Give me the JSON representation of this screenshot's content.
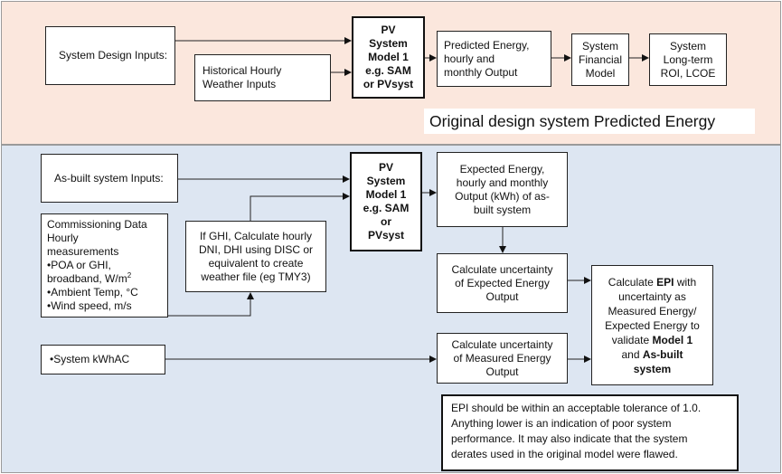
{
  "top": {
    "system_design_inputs": "System Design Inputs:",
    "weather_inputs": [
      "Historical Hourly",
      "Weather Inputs"
    ],
    "pv_model": [
      "PV",
      "System",
      "Model 1",
      "e.g. SAM",
      "or PVsyst"
    ],
    "predicted_energy": [
      "Predicted Energy,",
      "hourly and",
      "monthly Output"
    ],
    "financial_model": [
      "System",
      "Financial",
      "Model"
    ],
    "roi": [
      "System",
      "Long-term",
      "ROI, LCOE"
    ],
    "caption": "Original design system Predicted Energy"
  },
  "bottom": {
    "as_built_inputs": "As-built system Inputs:",
    "commissioning": {
      "lines": [
        "Commissioning Data",
        "Hourly",
        "measurements"
      ],
      "bullets": [
        "•POA or GHI,",
        "broadband, W/m",
        "•Ambient Temp, °C",
        "•Wind speed, m/s"
      ],
      "superscript": "2"
    },
    "ghi_calc": [
      "If GHI, Calculate hourly",
      "DNI, DHI using DISC or",
      "equivalent to create",
      "weather file (eg TMY3)"
    ],
    "pv_model": [
      "PV",
      "System",
      "Model 1",
      "e.g. SAM",
      "or",
      "PVsyst"
    ],
    "expected_energy": [
      "Expected Energy,",
      "hourly and monthly",
      "Output (kWh) of as-",
      "built system"
    ],
    "uncertainty_expected": [
      "Calculate uncertainty",
      "of Expected Energy",
      "Output"
    ],
    "uncertainty_measured": [
      "Calculate uncertainty",
      "of Measured Energy",
      "Output"
    ],
    "system_kwh": "•System kWhAC",
    "epi": {
      "l1_pre": "Calculate ",
      "l1_bold": "EPI",
      "l1_post": " with",
      "l2": "uncertainty as",
      "l3": "Measured Energy/",
      "l4": "Expected Energy to",
      "l5_pre": "validate ",
      "l5_bold": "Model 1",
      "l6_pre": "and ",
      "l6_bold": "As-built",
      "l7_bold": "system"
    },
    "note": [
      "EPI should be within an acceptable tolerance of 1.0.",
      "Anything lower is an indication of poor system",
      "performance. It may also indicate that the system",
      "derates used in the original model were flawed."
    ]
  }
}
